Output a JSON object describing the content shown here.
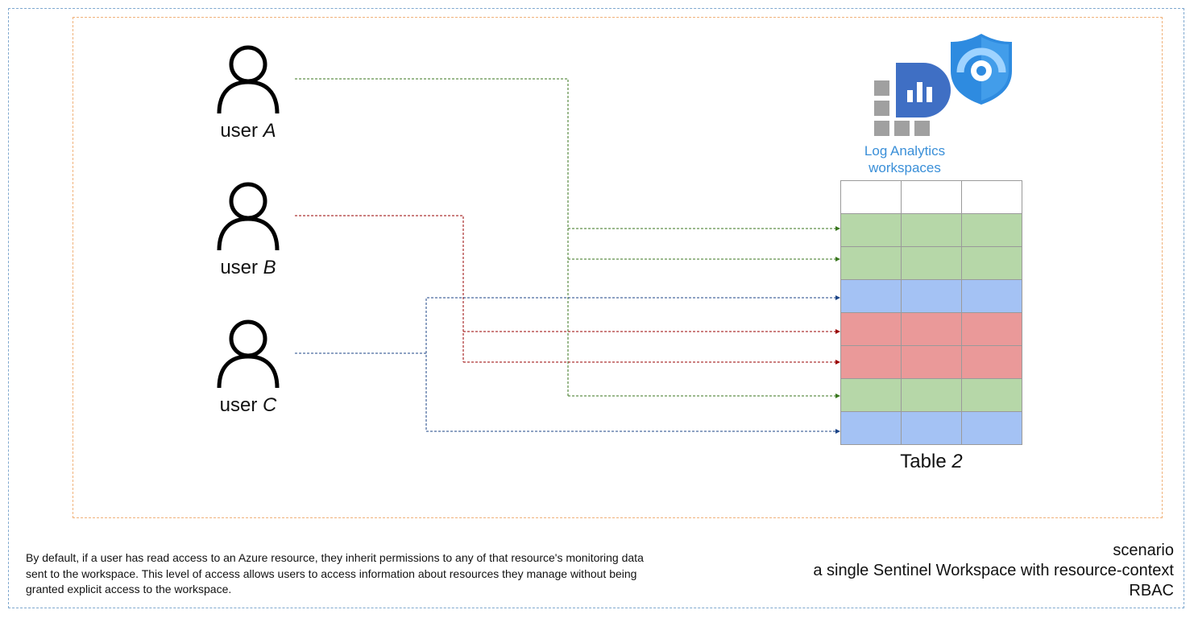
{
  "users": [
    {
      "prefix": "user ",
      "name": "A"
    },
    {
      "prefix": "user ",
      "name": "B"
    },
    {
      "prefix": "user ",
      "name": "C"
    }
  ],
  "workspace": {
    "label_line1": "Log Analytics",
    "label_line2": "workspaces",
    "icons": [
      "log-analytics-icon",
      "sentinel-shield-icon"
    ]
  },
  "table": {
    "caption_prefix": "Table ",
    "caption_number": "2",
    "rows": [
      {
        "owner": "header",
        "color": "#ffffff"
      },
      {
        "owner": "A",
        "color": "#b6d7a8"
      },
      {
        "owner": "A",
        "color": "#b6d7a8"
      },
      {
        "owner": "C",
        "color": "#a4c2f4"
      },
      {
        "owner": "B",
        "color": "#ea9999"
      },
      {
        "owner": "B",
        "color": "#ea9999"
      },
      {
        "owner": "A",
        "color": "#b6d7a8"
      },
      {
        "owner": "C",
        "color": "#a4c2f4"
      }
    ]
  },
  "connector_colors": {
    "A": "#38761d",
    "B": "#990000",
    "C": "#1c4587"
  },
  "description": "By default, if a user has read access to an Azure resource, they inherit permissions to any of that resource's monitoring data sent to the workspace. This level of access allows users to access information about resources they manage without being granted explicit access to the workspace.",
  "scenario": {
    "line1": "scenario",
    "line2": "a single Sentinel Workspace with resource-context",
    "line3": "RBAC"
  }
}
